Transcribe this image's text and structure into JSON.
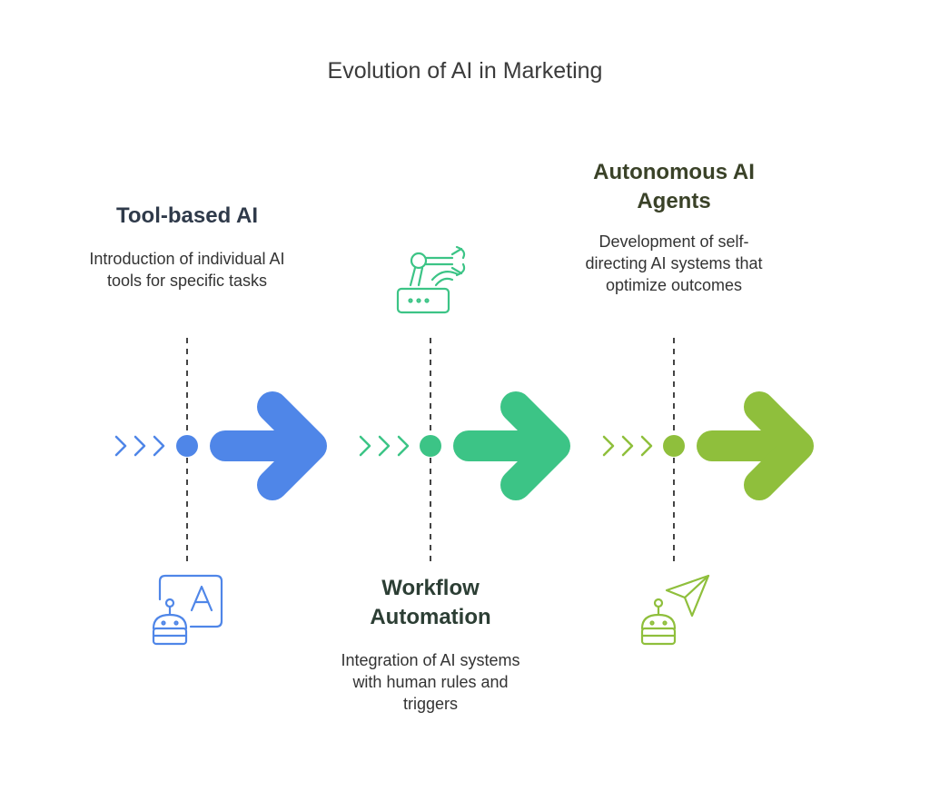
{
  "title": "Evolution of AI in Marketing",
  "stages": [
    {
      "title": "Tool-based AI",
      "description": "Introduction of individual AI tools for specific tasks",
      "icon": "ai-robot-text-icon",
      "color": "#4F86E8",
      "title_color": "#2F3A4A"
    },
    {
      "title": "Workflow Automation",
      "description": "Integration of AI systems with human rules and triggers",
      "icon": "robotic-arm-router-icon",
      "color": "#3CC486",
      "title_color": "#2C3E34"
    },
    {
      "title": "Autonomous AI Agents",
      "description": "Development of self-directing AI systems that optimize outcomes",
      "icon": "robot-navigation-icon",
      "color": "#8FBF3C",
      "title_color": "#3A4228"
    }
  ]
}
